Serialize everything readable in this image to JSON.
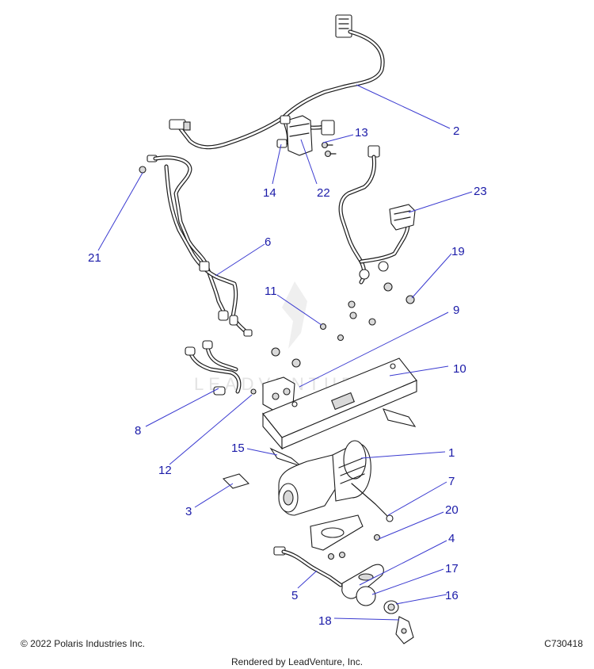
{
  "diagram": {
    "watermark_text": "LEADVENTURE",
    "callouts": [
      {
        "id": "c2",
        "label": "2"
      },
      {
        "id": "c13",
        "label": "13"
      },
      {
        "id": "c14",
        "label": "14"
      },
      {
        "id": "c22",
        "label": "22"
      },
      {
        "id": "c23",
        "label": "23"
      },
      {
        "id": "c21",
        "label": "21"
      },
      {
        "id": "c6",
        "label": "6"
      },
      {
        "id": "c19",
        "label": "19"
      },
      {
        "id": "c11",
        "label": "11"
      },
      {
        "id": "c9",
        "label": "9"
      },
      {
        "id": "c10",
        "label": "10"
      },
      {
        "id": "c8",
        "label": "8"
      },
      {
        "id": "c12",
        "label": "12"
      },
      {
        "id": "c15",
        "label": "15"
      },
      {
        "id": "c1",
        "label": "1"
      },
      {
        "id": "c7",
        "label": "7"
      },
      {
        "id": "c3",
        "label": "3"
      },
      {
        "id": "c20",
        "label": "20"
      },
      {
        "id": "c4",
        "label": "4"
      },
      {
        "id": "c17",
        "label": "17"
      },
      {
        "id": "c5",
        "label": "5"
      },
      {
        "id": "c16",
        "label": "16"
      },
      {
        "id": "c18",
        "label": "18"
      }
    ]
  },
  "footer": {
    "copyright": "© 2022 Polaris Industries Inc.",
    "drawing_number": "C730418",
    "rendered_by": "Rendered by LeadVenture, Inc."
  }
}
